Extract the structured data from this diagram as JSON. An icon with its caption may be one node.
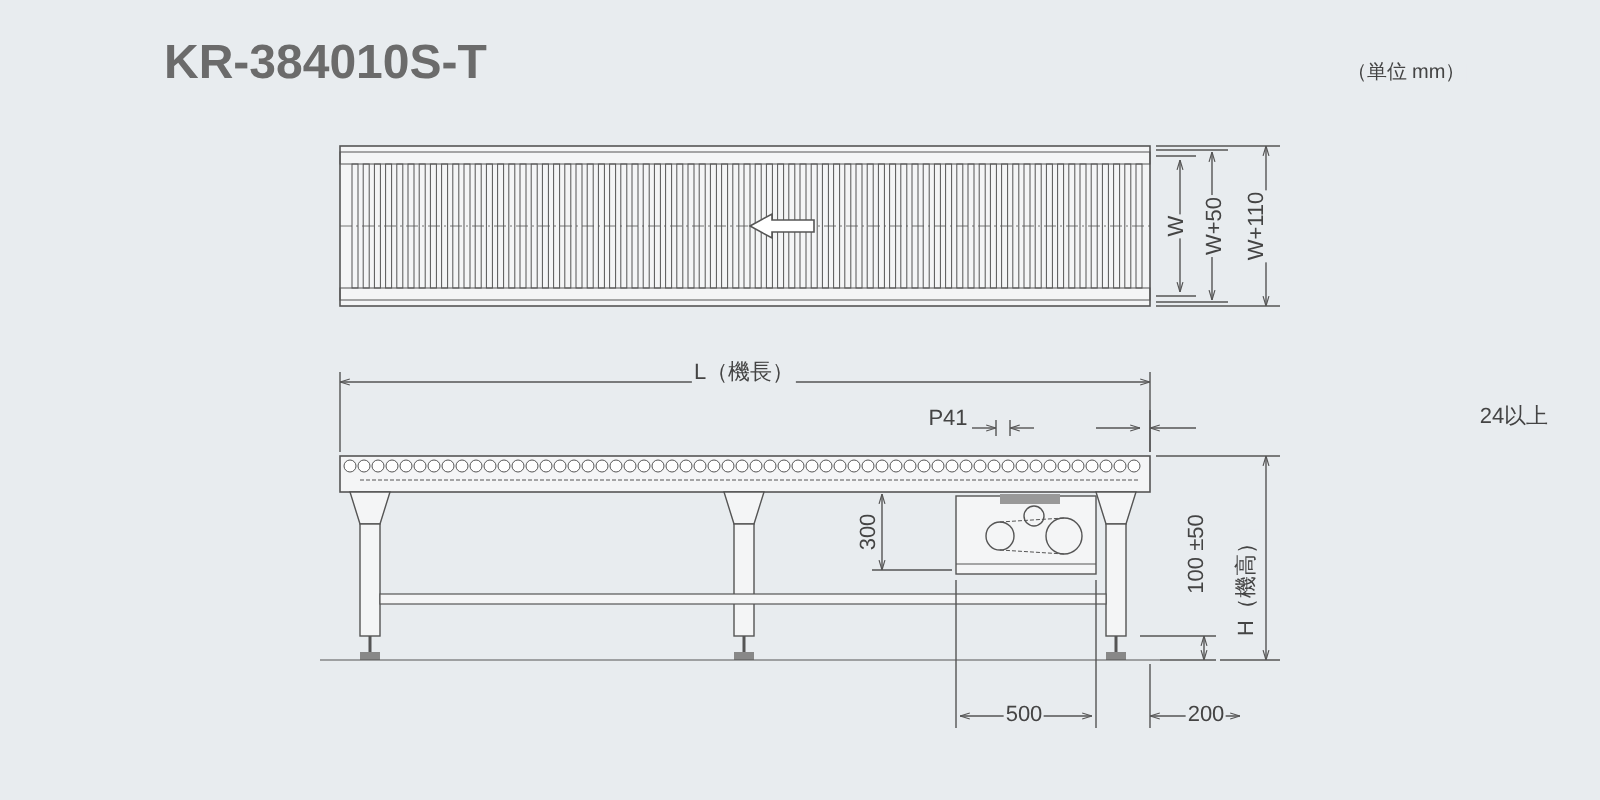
{
  "diagram": {
    "title": "KR-384010S-T",
    "labels": [
      "（単位 mm）",
      "W",
      "W+50",
      "W+110",
      "L（機長）",
      "P41",
      "24以上",
      "300",
      "100 ±50",
      "H（機高）",
      "500",
      "200"
    ]
  }
}
